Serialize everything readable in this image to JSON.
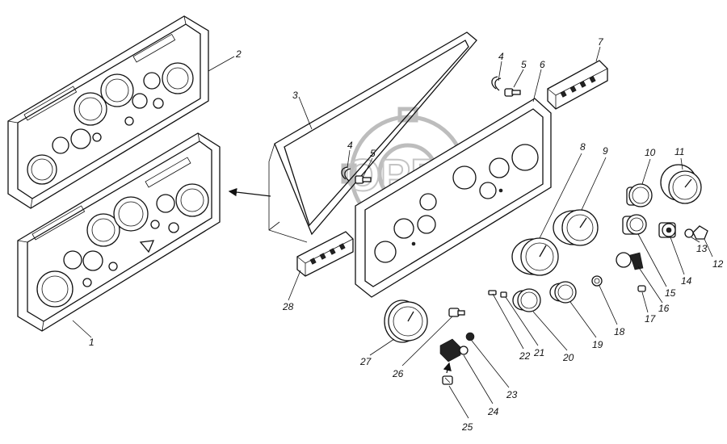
{
  "labels": {
    "n1": "1",
    "n2": "2",
    "n3": "3",
    "n4a": "4",
    "n4b": "4",
    "n5a": "5",
    "n5b": "5",
    "n6": "6",
    "n7": "7",
    "n8": "8",
    "n9": "9",
    "n10": "10",
    "n11": "11",
    "n12": "12",
    "n13": "13",
    "n14": "14",
    "n15": "15",
    "n16": "16",
    "n17": "17",
    "n18": "18",
    "n19": "19",
    "n20": "20",
    "n21": "21",
    "n22": "22",
    "n23": "23",
    "n24": "24",
    "n25": "25",
    "n26": "26",
    "n27": "27",
    "n28": "28"
  },
  "watermark": {
    "text": "OPEX"
  }
}
